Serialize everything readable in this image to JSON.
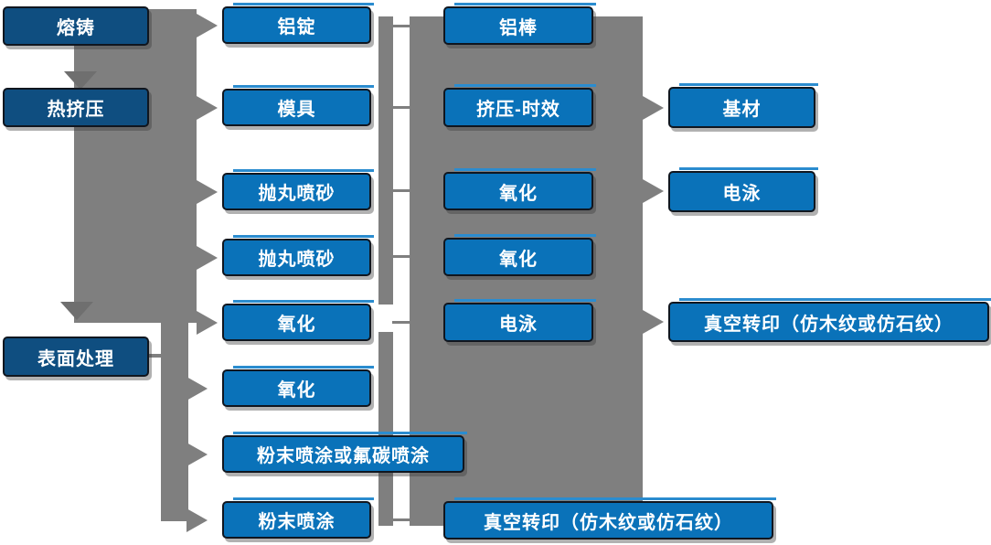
{
  "diagram": {
    "type": "process-flowchart",
    "language": "zh-CN",
    "colors": {
      "stage_box_fill": "#0f4e80",
      "process_box_fill": "#0a72b9",
      "box_border": "#10161f",
      "box_top_highlight": "#2b8ccf",
      "connector_gray": "#7f7f7f",
      "text": "#ffffff",
      "background": "#ffffff"
    }
  },
  "nodes": {
    "melting": "熔铸",
    "hot_extrusion": "热挤压",
    "surface_treatment": "表面处理",
    "aluminum_ingot": "铝锭",
    "mold": "模具",
    "shot_blasting_1": "抛丸喷砂",
    "shot_blasting_2": "抛丸喷砂",
    "oxidation_1": "氧化",
    "oxidation_2": "氧化",
    "powder_or_fluorocarbon_coating": "粉末喷涂或氟碳喷涂",
    "powder_coating": "粉末喷涂",
    "aluminum_rod": "铝棒",
    "extrusion_aging": "挤压-时效",
    "oxidation_3": "氧化",
    "oxidation_4": "氧化",
    "electrophoresis_1": "电泳",
    "vacuum_transfer_bottom": "真空转印（仿木纹或仿石纹）",
    "base_material": "基材",
    "electrophoresis_2": "电泳",
    "vacuum_transfer_right": "真空转印（仿木纹或仿石纹）"
  },
  "edges": [
    {
      "from": "melting",
      "to": "aluminum_ingot"
    },
    {
      "from": "melting",
      "to": "hot_extrusion"
    },
    {
      "from": "hot_extrusion",
      "to": "mold"
    },
    {
      "from": "hot_extrusion",
      "to": "shot_blasting_1"
    },
    {
      "from": "hot_extrusion",
      "to": "shot_blasting_2"
    },
    {
      "from": "hot_extrusion",
      "to": "oxidation_1"
    },
    {
      "from": "hot_extrusion",
      "to": "surface_treatment"
    },
    {
      "from": "surface_treatment",
      "to": "oxidation_2"
    },
    {
      "from": "surface_treatment",
      "to": "powder_or_fluorocarbon_coating"
    },
    {
      "from": "surface_treatment",
      "to": "powder_coating"
    },
    {
      "from": "aluminum_ingot",
      "to": "aluminum_rod"
    },
    {
      "from": "mold",
      "to": "extrusion_aging"
    },
    {
      "from": "shot_blasting_1",
      "to": "oxidation_3"
    },
    {
      "from": "shot_blasting_2",
      "to": "oxidation_4"
    },
    {
      "from": "oxidation_1",
      "to": "electrophoresis_1"
    },
    {
      "from": "powder_coating",
      "to": "vacuum_transfer_bottom"
    },
    {
      "from": "extrusion_aging",
      "to": "base_material"
    },
    {
      "from": "oxidation_3",
      "to": "electrophoresis_2"
    },
    {
      "from": "electrophoresis_1",
      "to": "vacuum_transfer_right"
    }
  ]
}
